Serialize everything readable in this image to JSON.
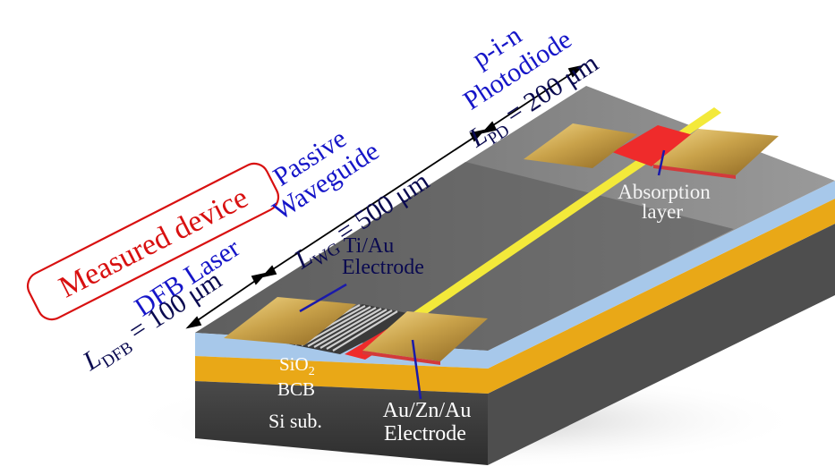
{
  "labels": {
    "measured_device": "Measured device",
    "dfb_laser": "DFB Laser",
    "l_dfb_main": "L",
    "l_dfb_sub": "DFB",
    "l_dfb_value": " = 100 μm",
    "passive": "Passive",
    "waveguide": "Waveguide",
    "l_wg_main": "L",
    "l_wg_sub": "WG",
    "l_wg_value": " = 500 μm",
    "pin": "p-i-n",
    "photodiode": "Photodiode",
    "l_pd_main": "L",
    "l_pd_sub": "PD",
    "l_pd_value": " = 200 μm",
    "ti_au": "Ti/Au",
    "electrode_top": "Electrode",
    "absorption": "Absorption",
    "layer": "layer",
    "sio2_main": "SiO",
    "sio2_sub": "2",
    "bcb": "BCB",
    "si_sub": "Si sub.",
    "au_zn_au": "Au/Zn/Au",
    "electrode_bottom": "Electrode"
  },
  "colors": {
    "label_blue": "#1515c8",
    "label_navy": "#0a0a50",
    "measured_red": "#d81010",
    "gold": "#c9a24a",
    "absorber_red": "#ef2b2b",
    "waveguide_yellow": "#f3e93a",
    "sio2_blue": "#a7c8ea",
    "bcb_orange": "#e9a817",
    "substrate_gray": "#3a3a3a",
    "top_surface": "#5a5a5a"
  }
}
